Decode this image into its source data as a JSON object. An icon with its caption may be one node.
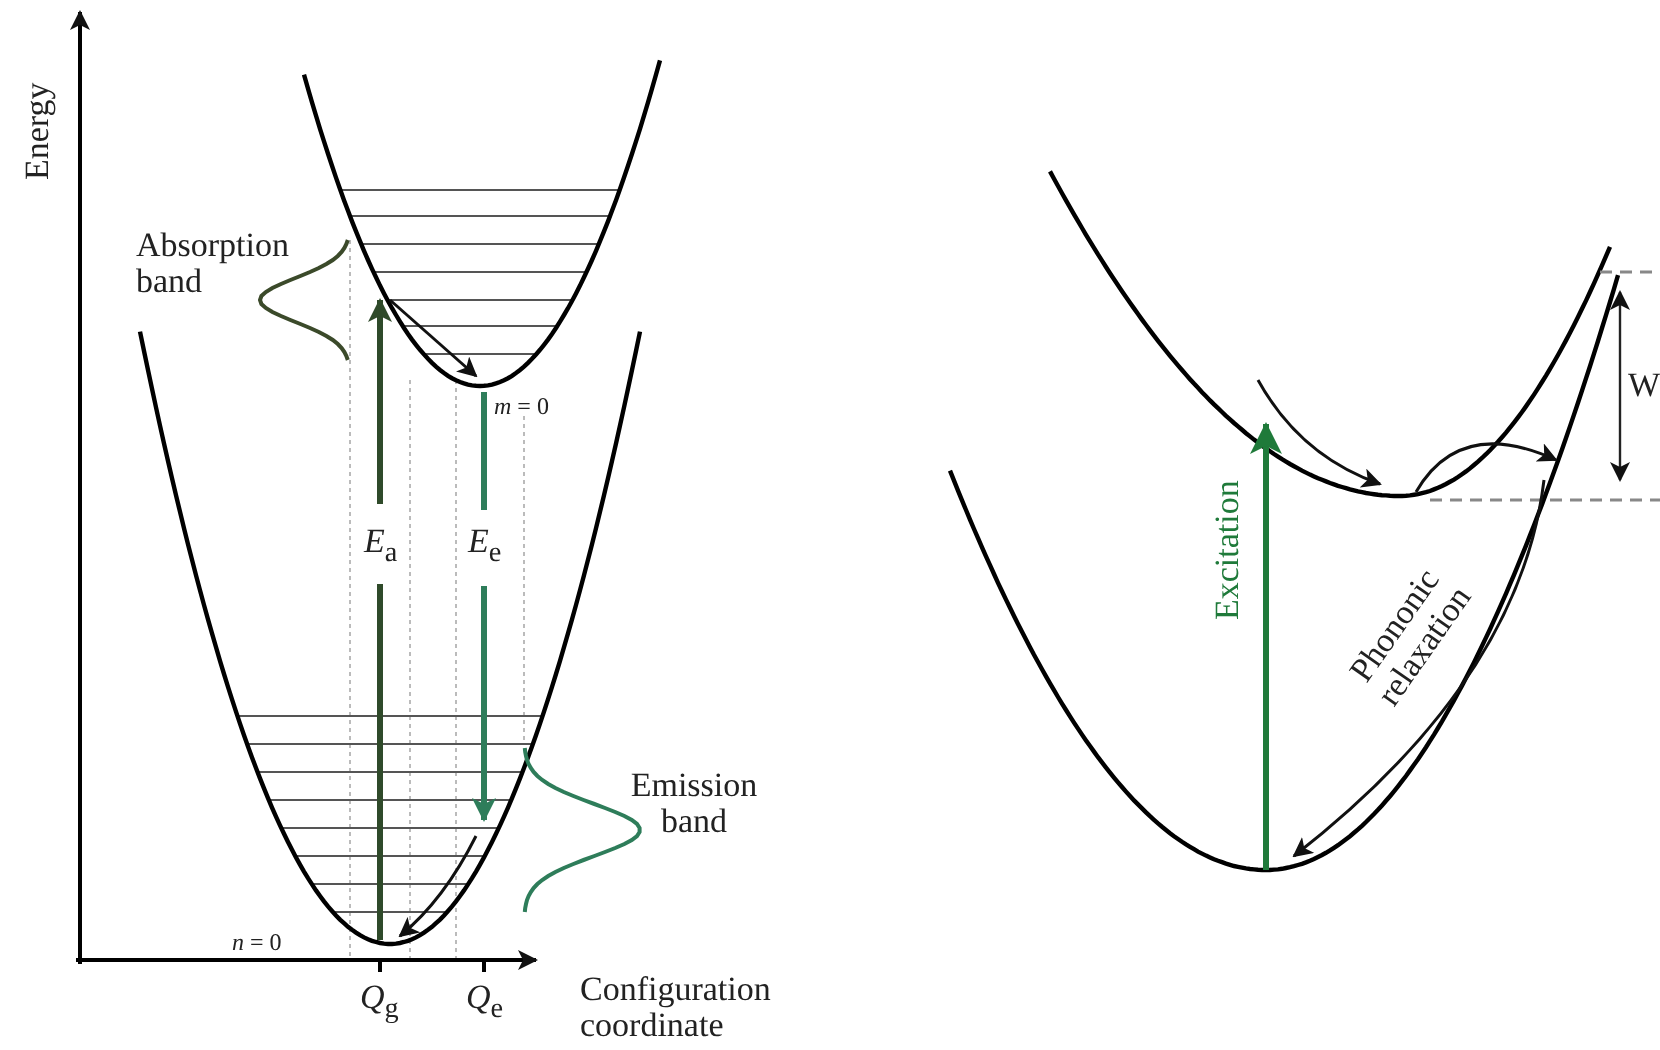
{
  "diagram": {
    "labels": [
      "Energy",
      "Absorption band",
      "*m* = 0",
      "*E*$_{a}$",
      "*E*$_{e}$",
      "Emission band",
      "*n* = 0",
      "*Q*$_{g}$",
      "*Q*$_{e}$",
      "Configuration coordinate",
      "W",
      "Excitation",
      "Phononic relaxation"
    ]
  }
}
